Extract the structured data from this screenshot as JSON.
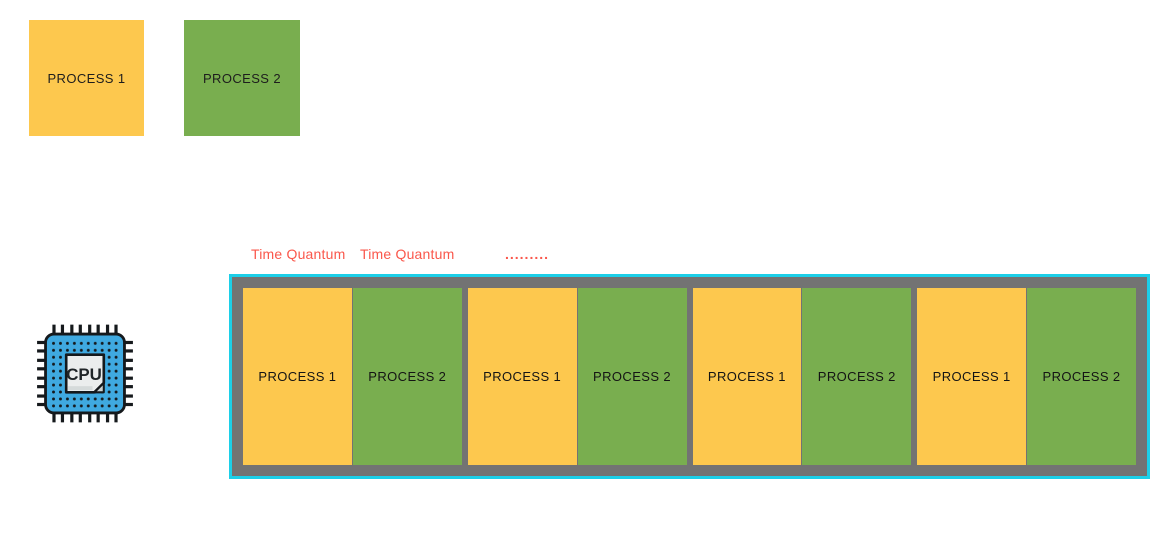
{
  "palette": {
    "background": "#FFFFFF",
    "process1_fill": "#FDC84E",
    "process2_fill": "#79AE4F",
    "timeline_border": "#1CCFE8",
    "timeline_track": "#737373",
    "annotation_red": "#FA574B",
    "block_text": "#141414",
    "cpu_body_blue": "#3FA9E0",
    "cpu_panel_gray": "#EBEDED"
  },
  "legend": {
    "process1": {
      "label": "PROCESS 1"
    },
    "process2": {
      "label": "PROCESS 2"
    }
  },
  "cpu": {
    "label": "CPU"
  },
  "timeline": {
    "annotations": {
      "quantum1": "Time Quantum",
      "quantum2": "Time Quantum",
      "dots": "........."
    },
    "blocks": [
      {
        "label": "PROCESS 1",
        "process": "p1"
      },
      {
        "label": "PROCESS 2",
        "process": "p2"
      },
      {
        "label": "PROCESS 1",
        "process": "p1"
      },
      {
        "label": "PROCESS 2",
        "process": "p2"
      },
      {
        "label": "PROCESS 1",
        "process": "p1"
      },
      {
        "label": "PROCESS 2",
        "process": "p2"
      },
      {
        "label": "PROCESS 1",
        "process": "p1"
      },
      {
        "label": "PROCESS 2",
        "process": "p2"
      }
    ]
  }
}
